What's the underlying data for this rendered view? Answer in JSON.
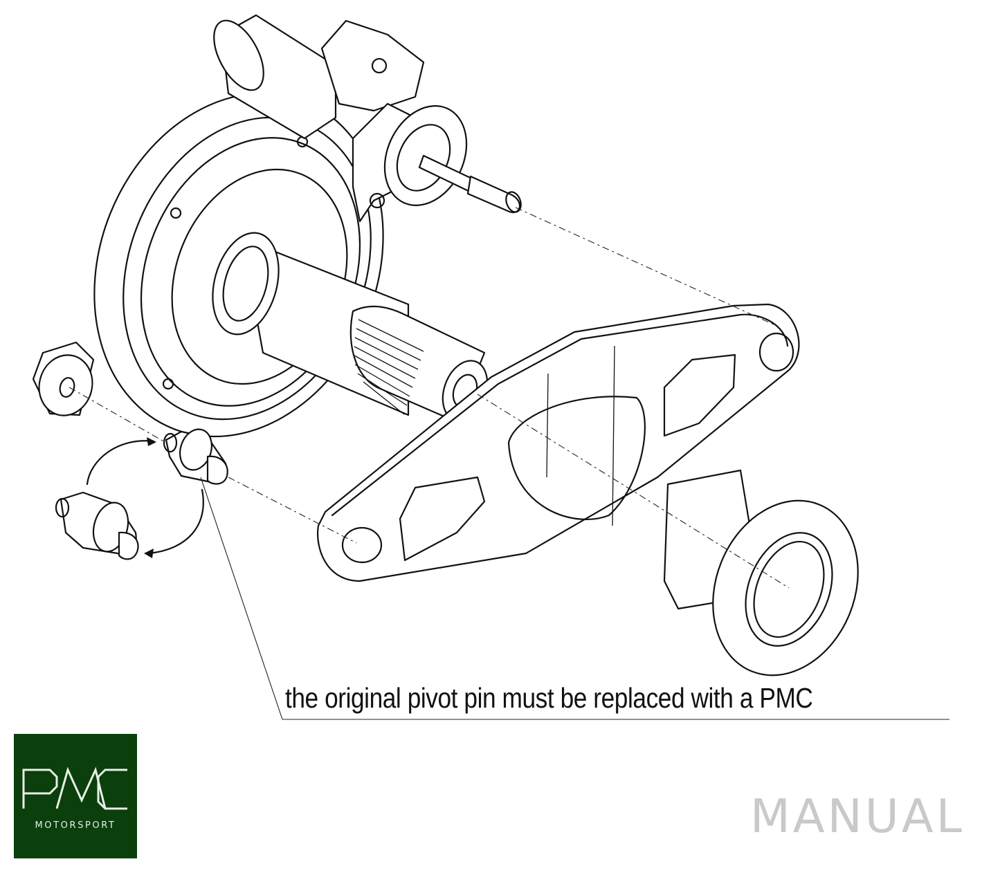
{
  "diagram": {
    "parts": [
      "slave-cylinder-housing",
      "pushrod",
      "bearing-guide-sleeve",
      "splined-shaft",
      "release-fork",
      "release-bearing",
      "spacer-washer",
      "pivot-pin-new",
      "pivot-pin-original"
    ],
    "caption": "the original pivot pin must be replaced with a PMC"
  },
  "logo": {
    "subtitle": "MOTORSPORT",
    "background_color": "#0b3f0c",
    "mark": "PMC monogram"
  },
  "footer": {
    "label": "MANUAL",
    "color": "#c9c9c9"
  }
}
